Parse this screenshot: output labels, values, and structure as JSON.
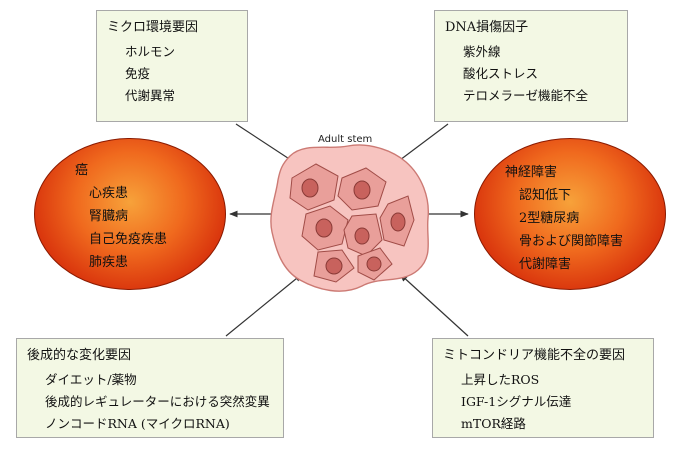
{
  "center_label": "Adult stem",
  "box_top_left": {
    "title": "ミクロ環境要因",
    "items": [
      "ホルモン",
      "免疫",
      "代謝異常"
    ]
  },
  "box_top_right": {
    "title": "DNA損傷因子",
    "items": [
      "紫外線",
      "酸化ストレス",
      "テロメラーゼ機能不全"
    ]
  },
  "box_bottom_left": {
    "title": "後成的な変化要因",
    "items": [
      "ダイエット/薬物",
      "後成的レギュレーターにおける突然変異",
      "ノンコードRNA (マイクロRNA)"
    ]
  },
  "box_bottom_right": {
    "title": "ミトコンドリア機能不全の要因",
    "items": [
      "上昇したROS",
      "IGF-1シグナル伝達",
      "mTOR経路"
    ]
  },
  "oval_left": {
    "title": "癌",
    "items": [
      "心疾患",
      "腎臓病",
      "自己免疫疾患",
      "肺疾患"
    ]
  },
  "oval_right": {
    "title": "神経障害",
    "items": [
      "認知低下",
      "2型糖尿病",
      "骨および関節障害",
      "代謝障害"
    ]
  },
  "colors": {
    "box_fill": "#f3f8e4",
    "oval_fill": "#e8501a",
    "cell_fill": "#f5c0bc",
    "nucleus_fill": "#cc6b66"
  }
}
